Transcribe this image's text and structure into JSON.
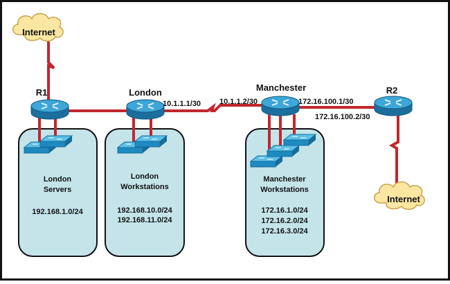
{
  "clouds": [
    {
      "label": "Internet"
    },
    {
      "label": "Internet"
    }
  ],
  "routers": [
    {
      "label": "R1"
    },
    {
      "label": "London"
    },
    {
      "label": "Manchester"
    },
    {
      "label": "R2"
    }
  ],
  "interfaces": {
    "london_serial": "10.1.1.1/30",
    "manchester_serial": "10.1.1.2/30",
    "manchester_r2": "172.16.100.1/30",
    "r2_manchester": "172.16.100.2/30"
  },
  "lans": [
    {
      "name1": "London",
      "name2": "Servers",
      "subnets": [
        "192.168.1.0/24"
      ]
    },
    {
      "name1": "London",
      "name2": "Workstations",
      "subnets": [
        "192.168.10.0/24",
        "192.168.11.0/24"
      ]
    },
    {
      "name1": "Manchester",
      "name2": "Workstations",
      "subnets": [
        "172.16.1.0/24",
        "172.16.2.0/24",
        "172.16.3.0/24"
      ]
    }
  ],
  "colors": {
    "link": "#c1272d",
    "lan": "#c4e4ea",
    "router": "#2a8fc4",
    "cloud": "#fbe6a2"
  }
}
